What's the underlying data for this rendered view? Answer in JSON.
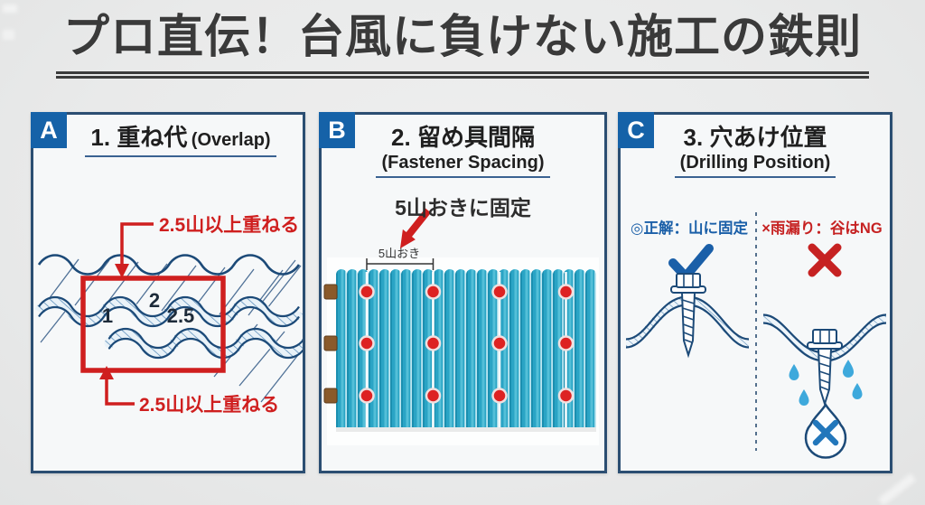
{
  "title": "プロ直伝！台風に負けない施工の鉄則",
  "panels": {
    "a": {
      "label": "A",
      "heading": "1. 重ね代",
      "heading_en": "(Overlap)",
      "annotation_top": "2.5山以上重ねる",
      "annotation_bottom": "2.5山以上重ねる",
      "ridge_numbers": [
        "1",
        "2",
        "2.5"
      ]
    },
    "b": {
      "label": "B",
      "heading": "2. 留め具間隔",
      "heading_en": "(Fastener Spacing)",
      "instruction": "5山おきに固定",
      "dimension_label": "5山おき",
      "fastener_grid": {
        "rows": 3,
        "columns": 4
      }
    },
    "c": {
      "label": "C",
      "heading": "3. 穴あけ位置",
      "heading_en": "(Drilling Position)",
      "correct_label": "◎正解：山に固定",
      "wrong_label": "×雨漏り：谷はNG"
    }
  },
  "colors": {
    "accent-red": "#cf1f1f",
    "dot-red": "#dd2222",
    "label-blue": "#1562a8",
    "line-navy": "#1c4a78",
    "border-navy": "#2b4e72",
    "teal": "#2aa4c5",
    "drop-blue": "#3ea9dc",
    "tab-brown": "#8a5a2b",
    "correct-blue": "#1a5fa8",
    "ng-red": "#c62222"
  }
}
